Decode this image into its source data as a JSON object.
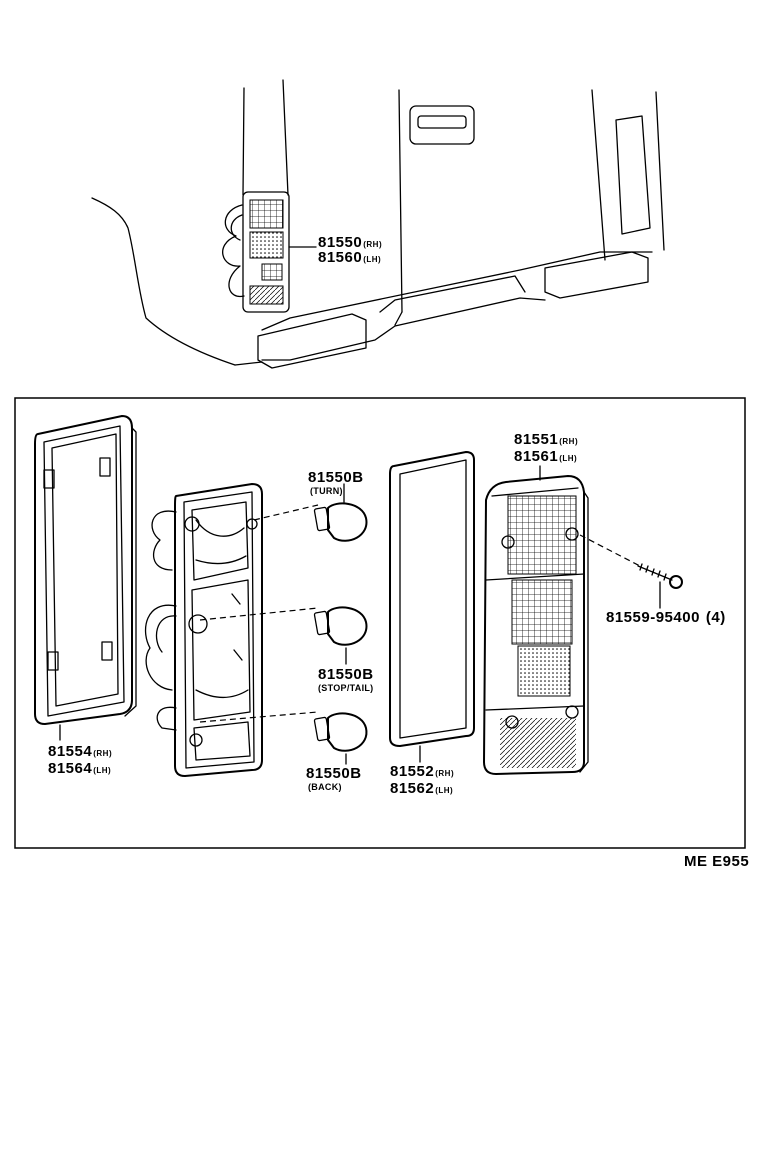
{
  "overview": {
    "part_rh": "81550",
    "part_rh_side": "(RH)",
    "part_lh": "81560",
    "part_lh_side": "(LH)"
  },
  "parts": {
    "lens_gasket_rh": "81554",
    "lens_gasket_rh_side": "(RH)",
    "lens_gasket_lh": "81564",
    "lens_gasket_lh_side": "(LH)",
    "turn_bulb": "81550B",
    "turn_bulb_desc": "(TURN)",
    "stop_bulb": "81550B",
    "stop_bulb_desc": "(STOP/TAIL)",
    "back_bulb": "81550B",
    "back_bulb_desc": "(BACK)",
    "gasket_rh": "81552",
    "gasket_rh_side": "(RH)",
    "gasket_lh": "81562",
    "gasket_lh_side": "(LH)",
    "lens_rh": "81551",
    "lens_rh_side": "(RH)",
    "lens_lh": "81561",
    "lens_lh_side": "(LH)",
    "screw": "81559-95400",
    "screw_qty": "(4)"
  },
  "code": "ME E955"
}
